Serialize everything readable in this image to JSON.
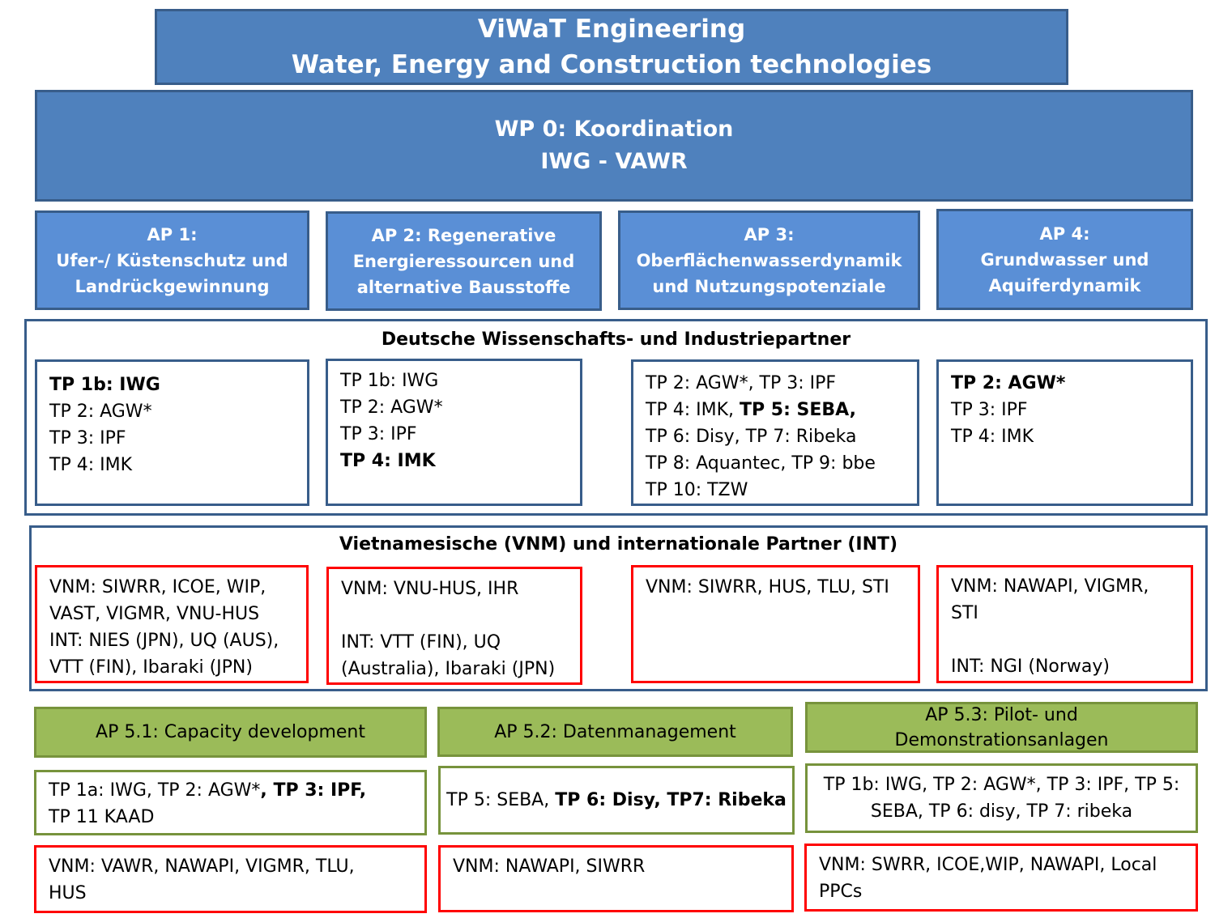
{
  "header": {
    "title_line1": "ViWaT Engineering",
    "title_line2": "Water, Energy and Construction technologies"
  },
  "coordination": {
    "line1": "WP 0: Koordination",
    "line2": "IWG - VAWR"
  },
  "work_packages": [
    {
      "line1": "AP 1:",
      "line2": "Ufer-/ Küstenschutz und",
      "line3": "Landrückgewinnung"
    },
    {
      "line1": "AP 2: Regenerative",
      "line2": "Energieressourcen und",
      "line3": "alternative Bausstoffe"
    },
    {
      "line1": "AP 3:",
      "line2": "Oberflächenwasserdynamik",
      "line3": "und Nutzungspotenziale"
    },
    {
      "line1": "AP 4:",
      "line2": "Grundwasser und",
      "line3": "Aquiferdynamik"
    }
  ],
  "german_partners": {
    "title": "Deutsche Wissenschafts- und Industriepartner",
    "col1": [
      "TP 1b: IWG",
      "TP 2: AGW*",
      "TP 3: IPF",
      "TP 4: IMK"
    ],
    "col2": [
      "TP 1b: IWG",
      "TP 2: AGW*",
      "TP 3: IPF",
      "TP 4: IMK"
    ],
    "col3": {
      "l1": "TP 2: AGW*, TP 3: IPF",
      "l2a": "TP 4: IMK, ",
      "l2b": "TP 5: SEBA,",
      "l3": "TP 6: Disy, TP 7: Ribeka",
      "l4": "TP 8: Aquantec, TP 9: bbe",
      "l5": "TP 10: TZW"
    },
    "col4": [
      "TP 2: AGW*",
      "TP 3: IPF",
      "TP 4: IMK"
    ]
  },
  "vn_partners": {
    "title": "Vietnamesische (VNM) und internationale Partner (INT)",
    "col1": [
      "VNM: SIWRR, ICOE, WIP,",
      "VAST, VIGMR, VNU-HUS",
      "INT: NIES (JPN), UQ (AUS),",
      "VTT (FIN), Ibaraki (JPN)"
    ],
    "col2": [
      "VNM: VNU-HUS, IHR",
      "INT: VTT (FIN), UQ",
      "(Australia), Ibaraki (JPN)"
    ],
    "col3": [
      "VNM: SIWRR, HUS, TLU, STI"
    ],
    "col4": [
      "VNM: NAWAPI, VIGMR,",
      "STI",
      "INT: NGI (Norway)"
    ]
  },
  "ap5": [
    {
      "head": [
        "AP 5.1: Capacity development"
      ],
      "tp": {
        "l1a": "TP 1a: IWG, TP 2: AGW*",
        "l1b": ", TP 3: IPF,",
        "l2": "TP 11 KAAD"
      },
      "vnm": [
        "VNM: VAWR, NAWAPI, VIGMR, TLU,",
        "HUS"
      ]
    },
    {
      "head": [
        "AP 5.2: Datenmanagement"
      ],
      "tp": {
        "l1a": "TP 5: SEBA, ",
        "l1b": "TP 6: Disy, TP7: Ribeka"
      },
      "vnm": [
        "VNM: NAWAPI, SIWRR"
      ]
    },
    {
      "head": [
        "AP 5.3: Pilot- und",
        "Demonstrationsanlagen"
      ],
      "tp": {
        "l1": "TP 1b: IWG, TP 2: AGW*, TP 3: IPF, TP 5:",
        "l2": "SEBA, TP 6: disy, TP 7: ribeka"
      },
      "vnm": [
        "VNM: SWRR, ICOE,WIP, NAWAPI, Local",
        "PPCs"
      ]
    }
  ],
  "colors": {
    "header_blue": "#4F81BD",
    "ap_blue": "#5A8FD6",
    "border_blue": "#385D8A",
    "red": "#FF0000",
    "green": "#9BBB59",
    "green_border": "#77933C"
  }
}
